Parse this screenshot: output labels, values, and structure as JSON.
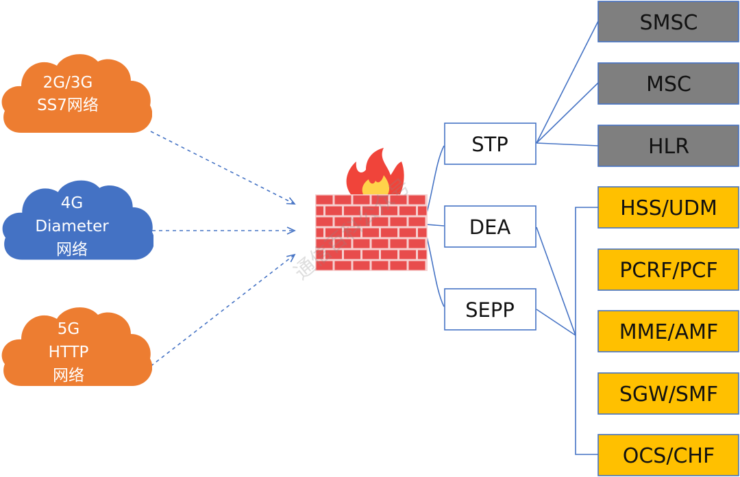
{
  "colors": {
    "cloud_orange": "#ED7D31",
    "cloud_blue": "#4472C4",
    "line_blue": "#4472C4",
    "server_gray": "#7F7F7F",
    "server_gold": "#FFC000",
    "brick_red": "#E84C4C",
    "flame_red": "#F0443A",
    "flame_yellow": "#FFD24A"
  },
  "networks": [
    {
      "id": "ss7",
      "lines": [
        "2G/3G",
        "SS7网络"
      ],
      "color": "orange"
    },
    {
      "id": "diameter",
      "lines": [
        "4G",
        "Diameter",
        "网络"
      ],
      "color": "blue"
    },
    {
      "id": "http",
      "lines": [
        "5G",
        "HTTP",
        "网络"
      ],
      "color": "orange"
    }
  ],
  "firewall": {
    "icon": "firewall-icon"
  },
  "gateways": [
    {
      "id": "stp",
      "label": "STP"
    },
    {
      "id": "dea",
      "label": "DEA"
    },
    {
      "id": "sepp",
      "label": "SEPP"
    }
  ],
  "legacy_elements": [
    {
      "id": "smsc",
      "label": "SMSC"
    },
    {
      "id": "msc",
      "label": "MSC"
    },
    {
      "id": "hlr",
      "label": "HLR"
    }
  ],
  "core_elements": [
    {
      "id": "hss",
      "label": "HSS/UDM"
    },
    {
      "id": "pcrf",
      "label": "PCRF/PCF"
    },
    {
      "id": "mme",
      "label": "MME/AMF"
    },
    {
      "id": "sgw",
      "label": "SGW/SMF"
    },
    {
      "id": "ocs",
      "label": "OCS/CHF"
    }
  ],
  "watermark": "通信百科公众号"
}
